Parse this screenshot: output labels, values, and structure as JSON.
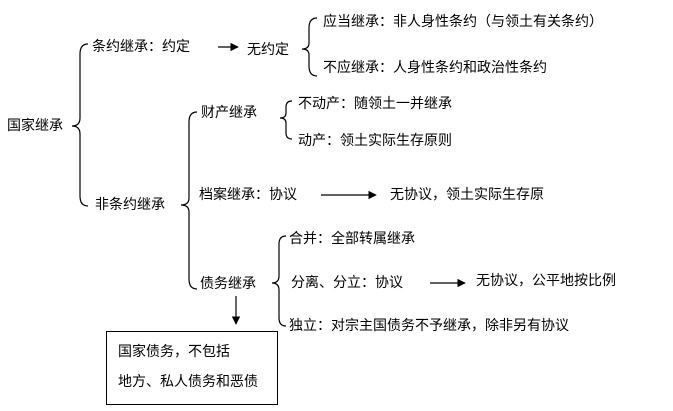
{
  "root": "国家继承",
  "treaty": {
    "label": "条约继承：约定",
    "result": "无约定",
    "should": "应当继承：非人身性条约（与领土有关条约）",
    "should_not": "不应继承：人身性条约和政治性条约"
  },
  "non_treaty": {
    "label": "非条约继承",
    "property": {
      "label": "财产继承",
      "immovable": "不动产：随领土一并继承",
      "movable": "动产：领土实际生存原则"
    },
    "archives": {
      "label": "档案继承：协议",
      "result": "无协议，领土实际生存原"
    },
    "debts": {
      "label": "债务继承",
      "merger": "合并：全部转属继承",
      "separation": "分离、分立：协议",
      "separation_result": "无协议，公平地按比例",
      "independence": "独立：对宗主国债务不予继承，除非另有协议"
    }
  },
  "note": {
    "line1": "国家债务，不包括",
    "line2": "地方、私人债务和恶债"
  }
}
